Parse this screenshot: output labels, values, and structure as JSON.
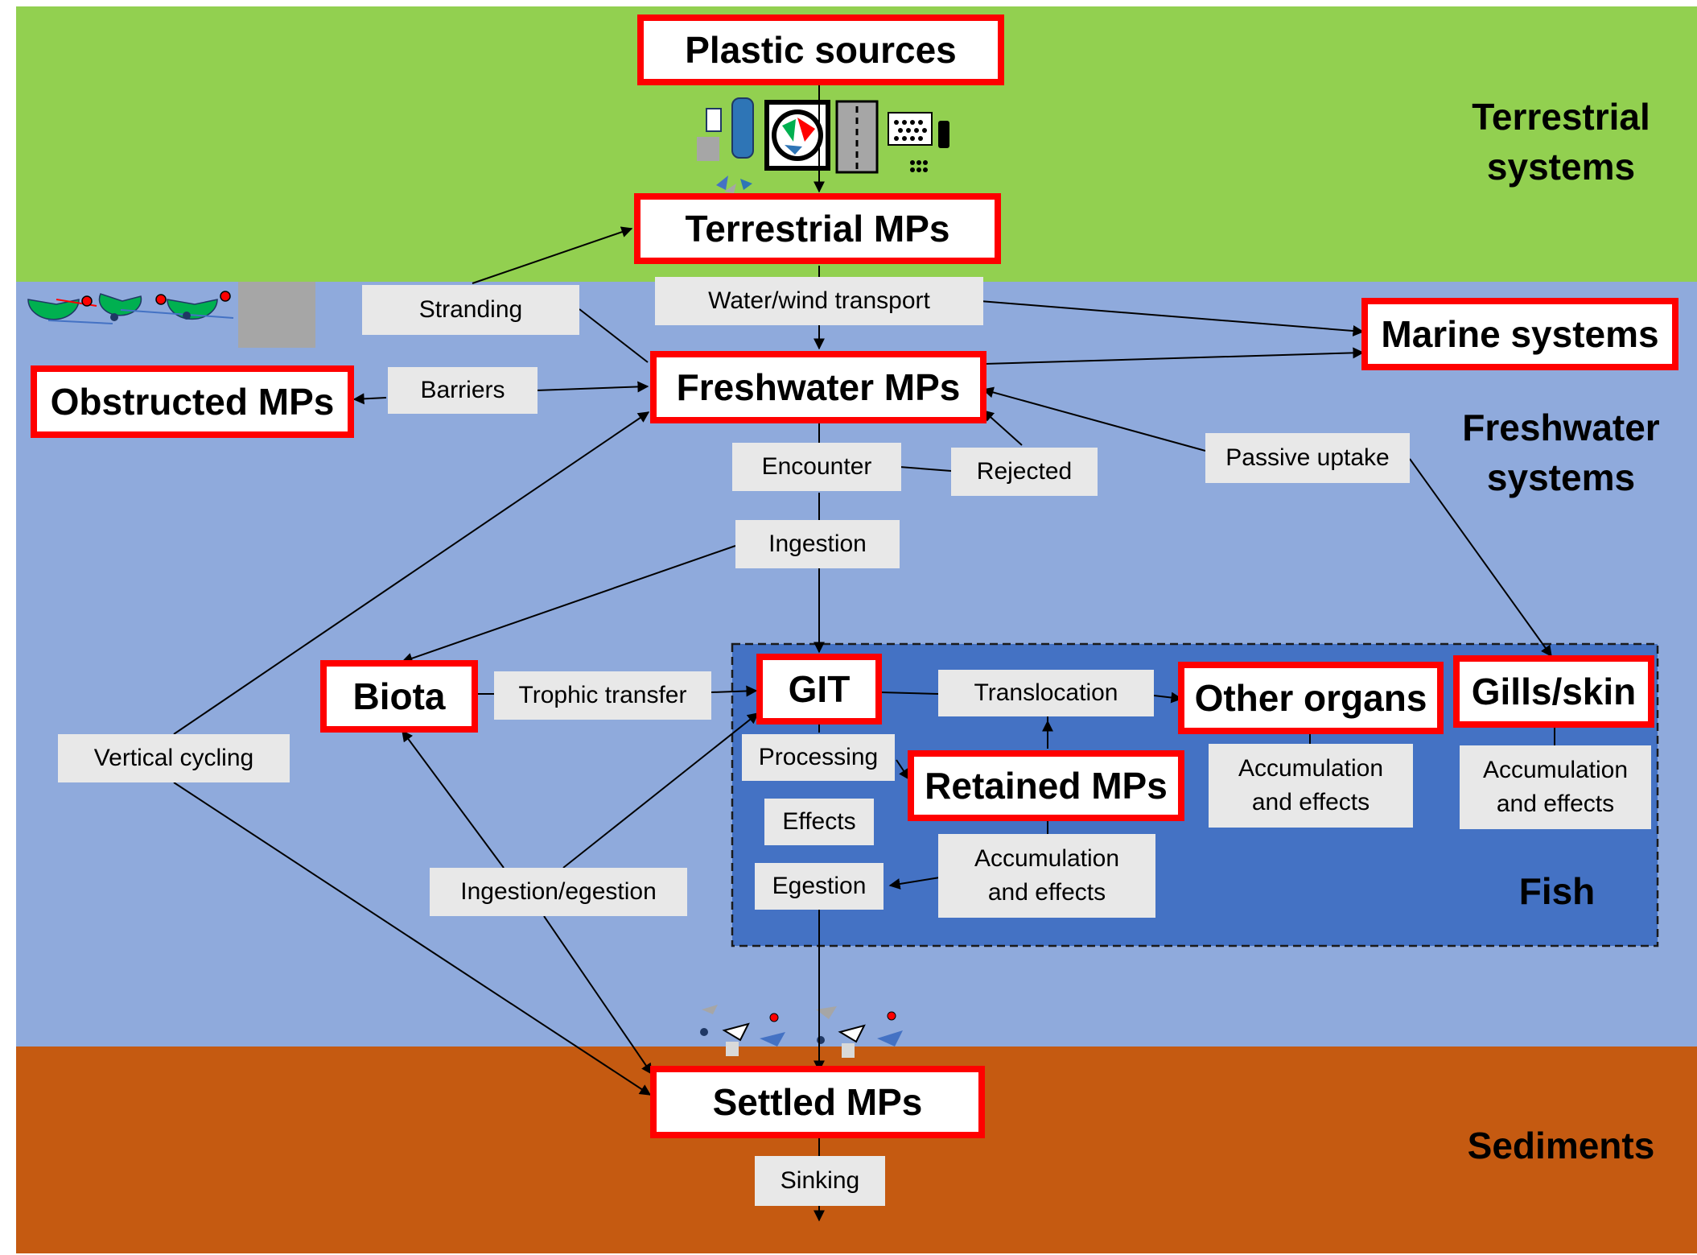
{
  "zones": {
    "terrestrial": "Terrestrial\nsystems",
    "freshwater": "Freshwater\nsystems",
    "sediments": "Sediments",
    "fish": "Fish"
  },
  "nodes": {
    "plastic_sources": "Plastic sources",
    "terrestrial_mps": "Terrestrial MPs",
    "freshwater_mps": "Freshwater MPs",
    "marine_systems": "Marine systems",
    "obstructed_mps": "Obstructed MPs",
    "biota": "Biota",
    "git": "GIT",
    "other_organs": "Other organs",
    "gills_skin": "Gills/skin",
    "retained_mps": "Retained MPs",
    "settled_mps": "Settled MPs"
  },
  "processes": {
    "stranding": "Stranding",
    "water_wind_transport": "Water/wind transport",
    "barriers": "Barriers",
    "encounter": "Encounter",
    "rejected": "Rejected",
    "passive_uptake": "Passive uptake",
    "ingestion": "Ingestion",
    "trophic_transfer": "Trophic transfer",
    "translocation": "Translocation",
    "processing": "Processing",
    "effects": "Effects",
    "egestion": "Egestion",
    "vertical_cycling": "Vertical cycling",
    "ingestion_egestion": "Ingestion/egestion",
    "accumulation_retained": "Accumulation\nand effects",
    "accumulation_other": "Accumulation\nand effects",
    "accumulation_gills": "Accumulation\nand effects",
    "sinking": "Sinking"
  },
  "colors": {
    "terrestrial": "#92d050",
    "freshwater": "#8faadc",
    "fish": "#4472c4",
    "sediments": "#c55a11",
    "node_border": "#ff0000",
    "process_box": "#e8e8e8"
  }
}
